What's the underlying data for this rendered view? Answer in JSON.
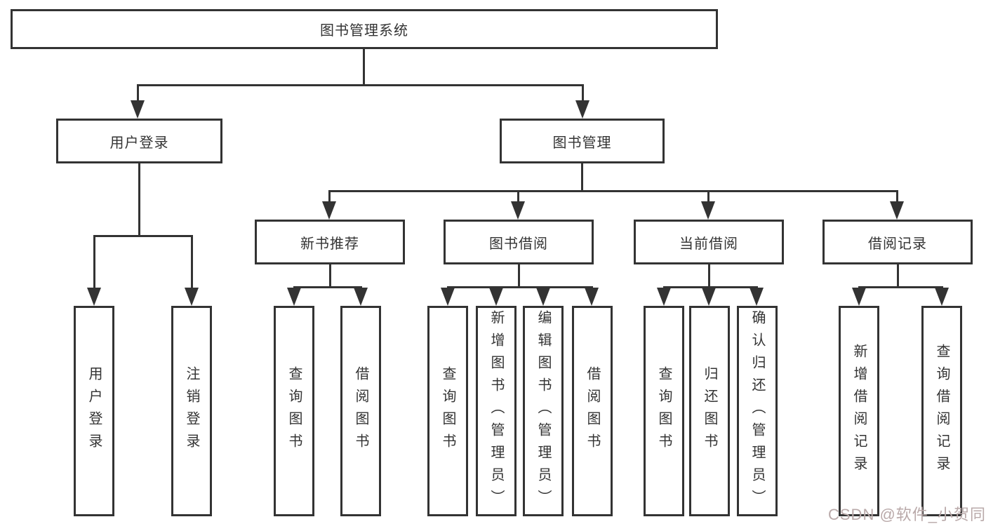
{
  "colors": {
    "line": "#333333",
    "text": "#333333",
    "background": "#ffffff",
    "watermark": "#b9a9a9"
  },
  "watermark": {
    "text": "CSDN @软件_小贺同学"
  },
  "diagram": {
    "root": {
      "label": "图书管理系统"
    },
    "level1": {
      "user_login": {
        "label": "用户登录"
      },
      "book_mgmt": {
        "label": "图书管理"
      }
    },
    "level2": {
      "new_books": {
        "label": "新书推荐"
      },
      "book_borrow": {
        "label": "图书借阅"
      },
      "current_borrow": {
        "label": "当前借阅"
      },
      "borrow_records": {
        "label": "借阅记录"
      }
    },
    "leaves": {
      "user_login": [
        "用户登录",
        "注销登录"
      ],
      "new_books": [
        "查询图书",
        "借阅图书"
      ],
      "book_borrow": [
        "查询图书",
        "新增图书（管理员）",
        "编辑图书（管理员）",
        "借阅图书"
      ],
      "current_borrow": [
        "查询图书",
        "归还图书",
        "确认归还（管理员）"
      ],
      "borrow_records": [
        "新增借阅记录",
        "查询借阅记录"
      ]
    }
  }
}
